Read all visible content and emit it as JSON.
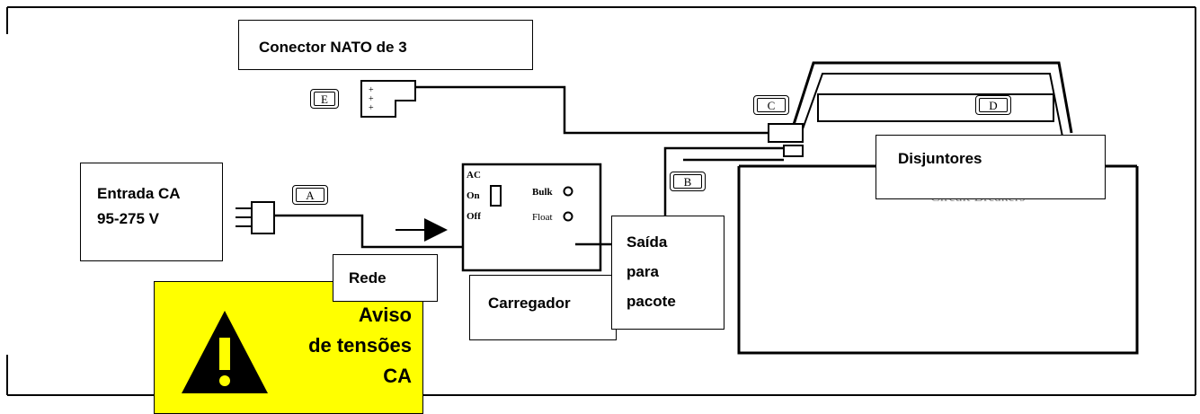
{
  "labels": {
    "nato_connector": "Conector NATO de 3",
    "ac_input_line1": "Entrada CA",
    "ac_input_line2": "95-275 V",
    "mains": "Rede",
    "charger": "Carregador",
    "pack_output_line1": "Saída",
    "pack_output_line2": "para",
    "pack_output_line3": "pacote",
    "breakers": "Disjuntores",
    "warning_line1": "Aviso",
    "warning_line2": "de tensões",
    "warning_line3": "CA"
  },
  "callouts": {
    "a": "A",
    "b": "B",
    "c": "C",
    "d": "D",
    "e": "E"
  },
  "charger_panel": {
    "ac": "AC",
    "on": "On",
    "off": "Off",
    "bulk": "Bulk",
    "float": "Float"
  },
  "obscured_text": "Circuit Breakers",
  "colors": {
    "warning_fill": "#ffff00",
    "line": "#000000",
    "background": "#ffffff"
  }
}
